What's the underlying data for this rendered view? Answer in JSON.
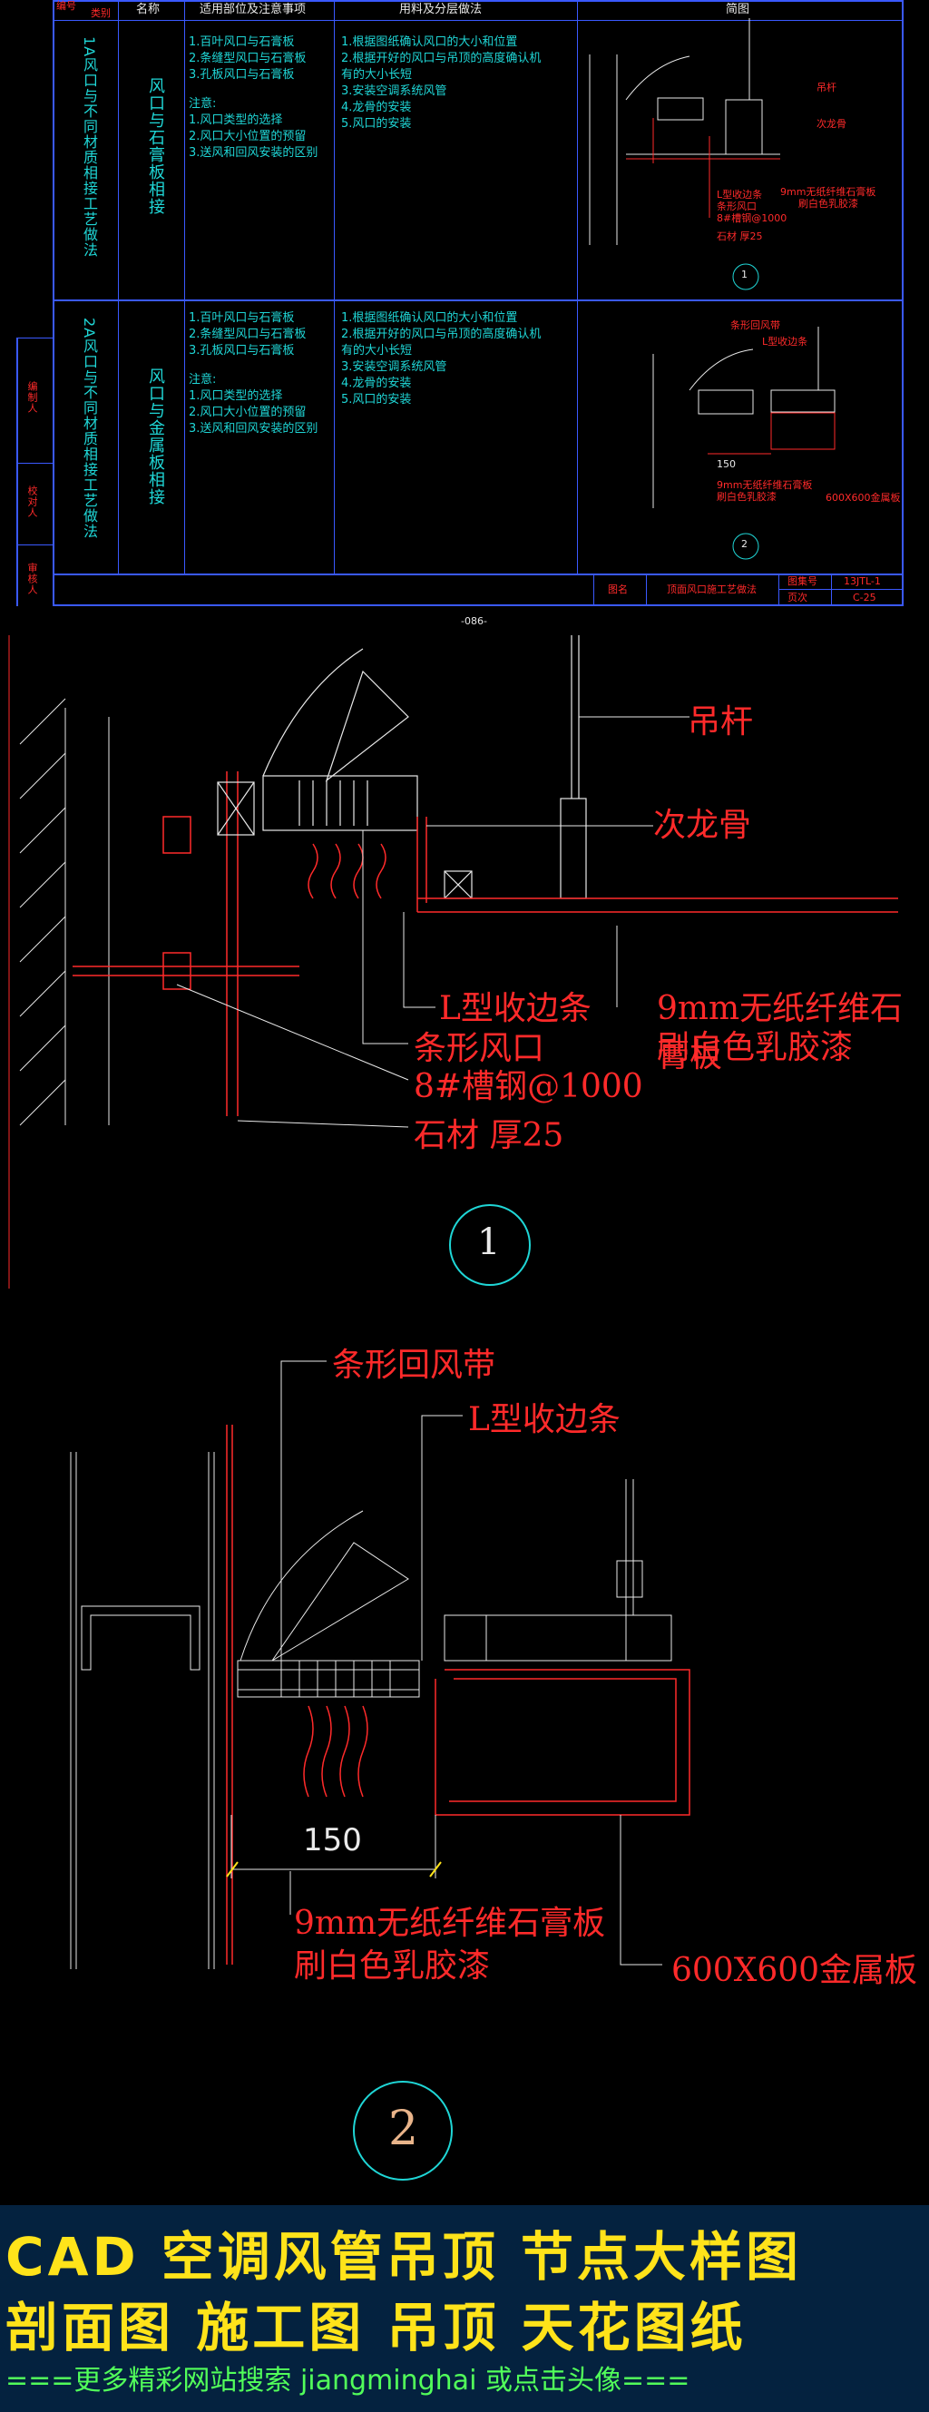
{
  "table": {
    "header": {
      "col_code": "编号",
      "col_type": "类别",
      "col_name": "名称",
      "col_scope": "适用部位及注意事项",
      "col_method": "用料及分层做法",
      "col_diagram": "简图"
    },
    "rows": [
      {
        "code": "1A风口与不同材质相接工艺做法",
        "name": "风口与石膏板相接",
        "scope": [
          "1.百叶风口与石膏板",
          "2.条缝型风口与石膏板",
          "3.孔板风口与石膏板",
          "",
          "注意:",
          "1.风口类型的选择",
          "2.风口大小位置的预留",
          "3.送风和回风安装的区别"
        ],
        "method": [
          "1.根据图纸确认风口的大小和位置",
          "2.根据开好的风口与吊顶的高度确认机",
          "有的大小长短",
          "3.安装空调系统风管",
          "4.龙骨的安装",
          "5.风口的安装"
        ],
        "mini_labels": [
          "吊杆",
          "次龙骨",
          "L型收边条",
          "条形风口",
          "8#槽钢@1000",
          "石材 厚25",
          "9mm无纸纤维石膏板",
          "刷白色乳胶漆"
        ],
        "number": "1"
      },
      {
        "code": "2A风口与不同材质相接工艺做法",
        "name": "风口与金属板相接",
        "scope": [
          "1.百叶风口与石膏板",
          "2.条缝型风口与石膏板",
          "3.孔板风口与石膏板",
          "",
          "注意:",
          "1.风口类型的选择",
          "2.风口大小位置的预留",
          "3.送风和回风安装的区别"
        ],
        "method": [
          "1.根据图纸确认风口的大小和位置",
          "2.根据开好的风口与吊顶的高度确认机",
          "有的大小长短",
          "3.安装空调系统风管",
          "4.龙骨的安装",
          "5.风口的安装"
        ],
        "mini_labels": [
          "条形回风带",
          "L型收边条",
          "150",
          "9mm无纸纤维石膏板",
          "刷白色乳胶漆",
          "600X600金属板"
        ],
        "number": "2"
      }
    ],
    "side_labels": [
      "编制人",
      "校对人",
      "审核人"
    ],
    "footer": {
      "label_name": "图名",
      "title": "顶面风口施工艺做法",
      "label_no": "图集号",
      "no_value": "13JTL-1",
      "label_page": "页次",
      "page_value": "C-25"
    },
    "page_number": "-086-"
  },
  "detail1": {
    "labels": {
      "hanger": "吊杆",
      "secondary_keel": "次龙骨",
      "l_trim": "L型收边条",
      "board": "9mm无纸纤维石膏板",
      "paint": "刷白色乳胶漆",
      "slot_vent": "条形风口",
      "channel": "8#槽钢@1000",
      "stone": "石材 厚25"
    },
    "number": "1"
  },
  "detail2": {
    "labels": {
      "return_band": "条形回风带",
      "l_trim": "L型收边条",
      "dim": "150",
      "board": "9mm无纸纤维石膏板",
      "paint": "刷白色乳胶漆",
      "metal_panel": "600X600金属板"
    },
    "number": "2"
  },
  "banner": {
    "line1": "CAD 空调风管吊顶 节点大样图",
    "line2": "剖面图 施工图 吊顶 天花图纸",
    "line3": "===更多精彩网站搜索 jiangminghai 或点击头像==="
  },
  "colors": {
    "table_line": "#3a59ff",
    "cad_red": "#ff2a2a",
    "cad_cyan": "#1fd6d6",
    "banner_yellow": "#ffe31a",
    "banner_green": "#52ff5a",
    "banner_bg": "#04223f"
  }
}
